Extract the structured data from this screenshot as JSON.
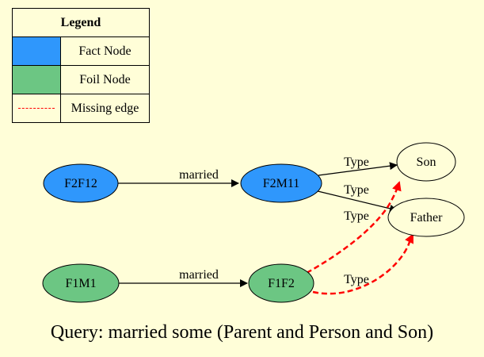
{
  "legend": {
    "title": "Legend",
    "fact_node": "Fact Node",
    "foil_node": "Foil Node",
    "missing_edge": "Missing edge"
  },
  "colors": {
    "background": "#fffed8",
    "fact_node": "#2f97fc",
    "foil_node": "#6cc683",
    "missing_edge": "#ff0000"
  },
  "nodes": {
    "f2f12": "F2F12",
    "f2m11": "F2M11",
    "son": "Son",
    "father": "Father",
    "f1m1": "F1M1",
    "f1f2": "F1F2"
  },
  "edges": {
    "f2f12_f2m11": "married",
    "f2m11_son": "Type",
    "f2m11_father": "Type",
    "f1f2_son": "Type",
    "f1m1_f1f2": "married",
    "f1f2_father": "Type"
  },
  "query": "Query: married some (Parent and Person and Son)"
}
